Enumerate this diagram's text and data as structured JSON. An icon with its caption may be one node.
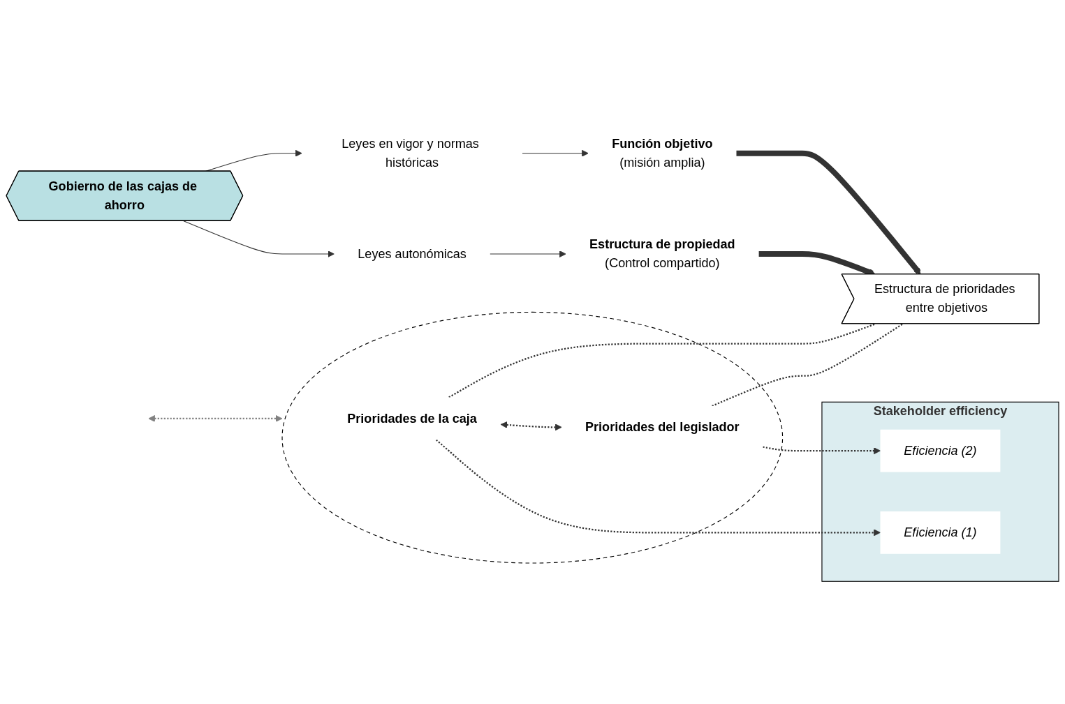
{
  "diagram": {
    "nodes": [
      {
        "text": [
          "Función objetivo",
          "(misión amplia)"
        ]
      },
      {
        "text": [
          "Leyes en vigor y normas históricas"
        ]
      },
      {
        "text": [
          "Gobierno de las cajas de ahorro"
        ]
      },
      {
        "text": [
          "Leyes autonómicas"
        ]
      },
      {
        "text": [
          "Estructura de propiedad",
          "(Control compartido)"
        ]
      },
      {
        "text": [
          "Estructura de prioridades entre objetivos"
        ]
      },
      {
        "text": [],
        "shape": "ellipse"
      },
      {
        "text": [
          "Prioridades de la caja"
        ],
        "in": 6
      },
      {
        "text": [
          "Prioridades del legislador"
        ],
        "in": 6
      },
      {
        "text": [
          "Stakeholder efficiency"
        ]
      },
      {
        "text": [
          "Eficiencia (1)"
        ],
        "in": 9
      },
      {
        "text": [
          "Eficiencia (2)"
        ],
        "in": 9
      }
    ],
    "edges": [
      {
        "from": 1,
        "to": 0,
        "arrow": "to"
      },
      {
        "from": 2,
        "to": 1,
        "arrow": "to"
      },
      {
        "from": 2,
        "to": 3,
        "arrow": "to"
      },
      {
        "from": 3,
        "to": 4,
        "arrow": "to"
      },
      {
        "from": 0,
        "to": 5,
        "arrow": "to",
        "style": "thick"
      },
      {
        "from": 4,
        "to": 5,
        "arrow": "to",
        "style": "thick"
      },
      {
        "from": 7,
        "to": 5,
        "arrow": "none",
        "style": "dashed"
      },
      {
        "from": 8,
        "to": 5,
        "arrow": "none",
        "style": "dashed"
      },
      {
        "from": 7,
        "to": 8,
        "arrow": "both",
        "style": "dashed"
      },
      {
        "from": 7,
        "to": 10,
        "arrow": "to",
        "style": "dashed"
      },
      {
        "from": 8,
        "to": 11,
        "arrow": "to",
        "style": "dashed"
      },
      {
        "from": null,
        "to": 6,
        "arrow": "both",
        "style": "dashed",
        "color": "#808080"
      }
    ]
  }
}
